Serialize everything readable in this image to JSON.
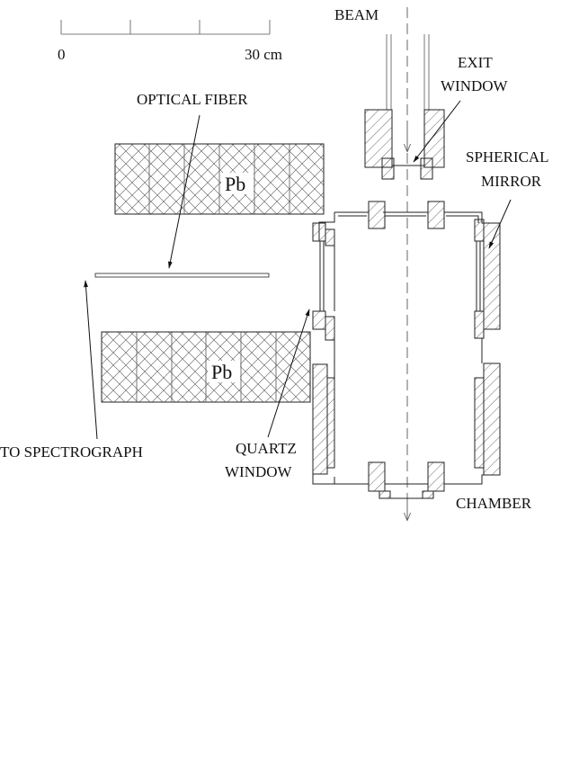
{
  "scale_bar": {
    "start_label": "0",
    "end_label": "30 cm"
  },
  "labels": {
    "beam": "BEAM",
    "exit_window": [
      "EXIT",
      "WINDOW"
    ],
    "optical_fiber": "OPTICAL FIBER",
    "spherical_mirror": [
      "SPHERICAL",
      "MIRROR"
    ],
    "pb_top": "Pb",
    "pb_bottom": "Pb",
    "to_spectrograph": "TO SPECTROGRAPH",
    "quartz_window": [
      "QUARTZ",
      "WINDOW"
    ],
    "chamber": "CHAMBER"
  }
}
